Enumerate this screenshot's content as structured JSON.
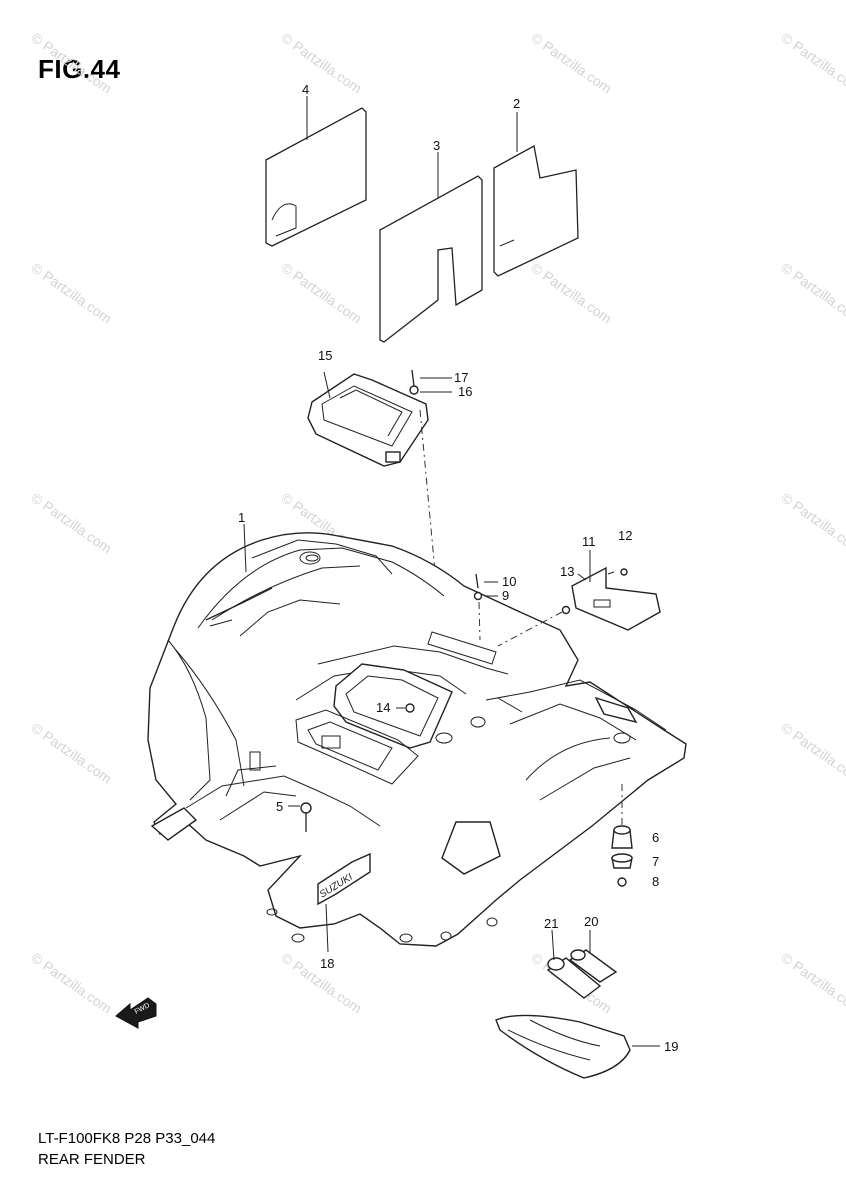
{
  "figure": {
    "title": "FIG.44",
    "model_code": "LT-F100FK8 P28 P33_044",
    "section_name": "REAR FENDER"
  },
  "watermark": {
    "text": "© Partzilla.com",
    "center_text": "© Partzilla.com"
  },
  "callouts": [
    "1",
    "2",
    "3",
    "4",
    "5",
    "6",
    "7",
    "8",
    "9",
    "10",
    "11",
    "12",
    "13",
    "14",
    "15",
    "16",
    "17",
    "18",
    "19",
    "20",
    "21"
  ],
  "fender_emblem": {
    "top_text": "SUZUKI"
  },
  "direction_arrow": {
    "label": "FWD"
  }
}
